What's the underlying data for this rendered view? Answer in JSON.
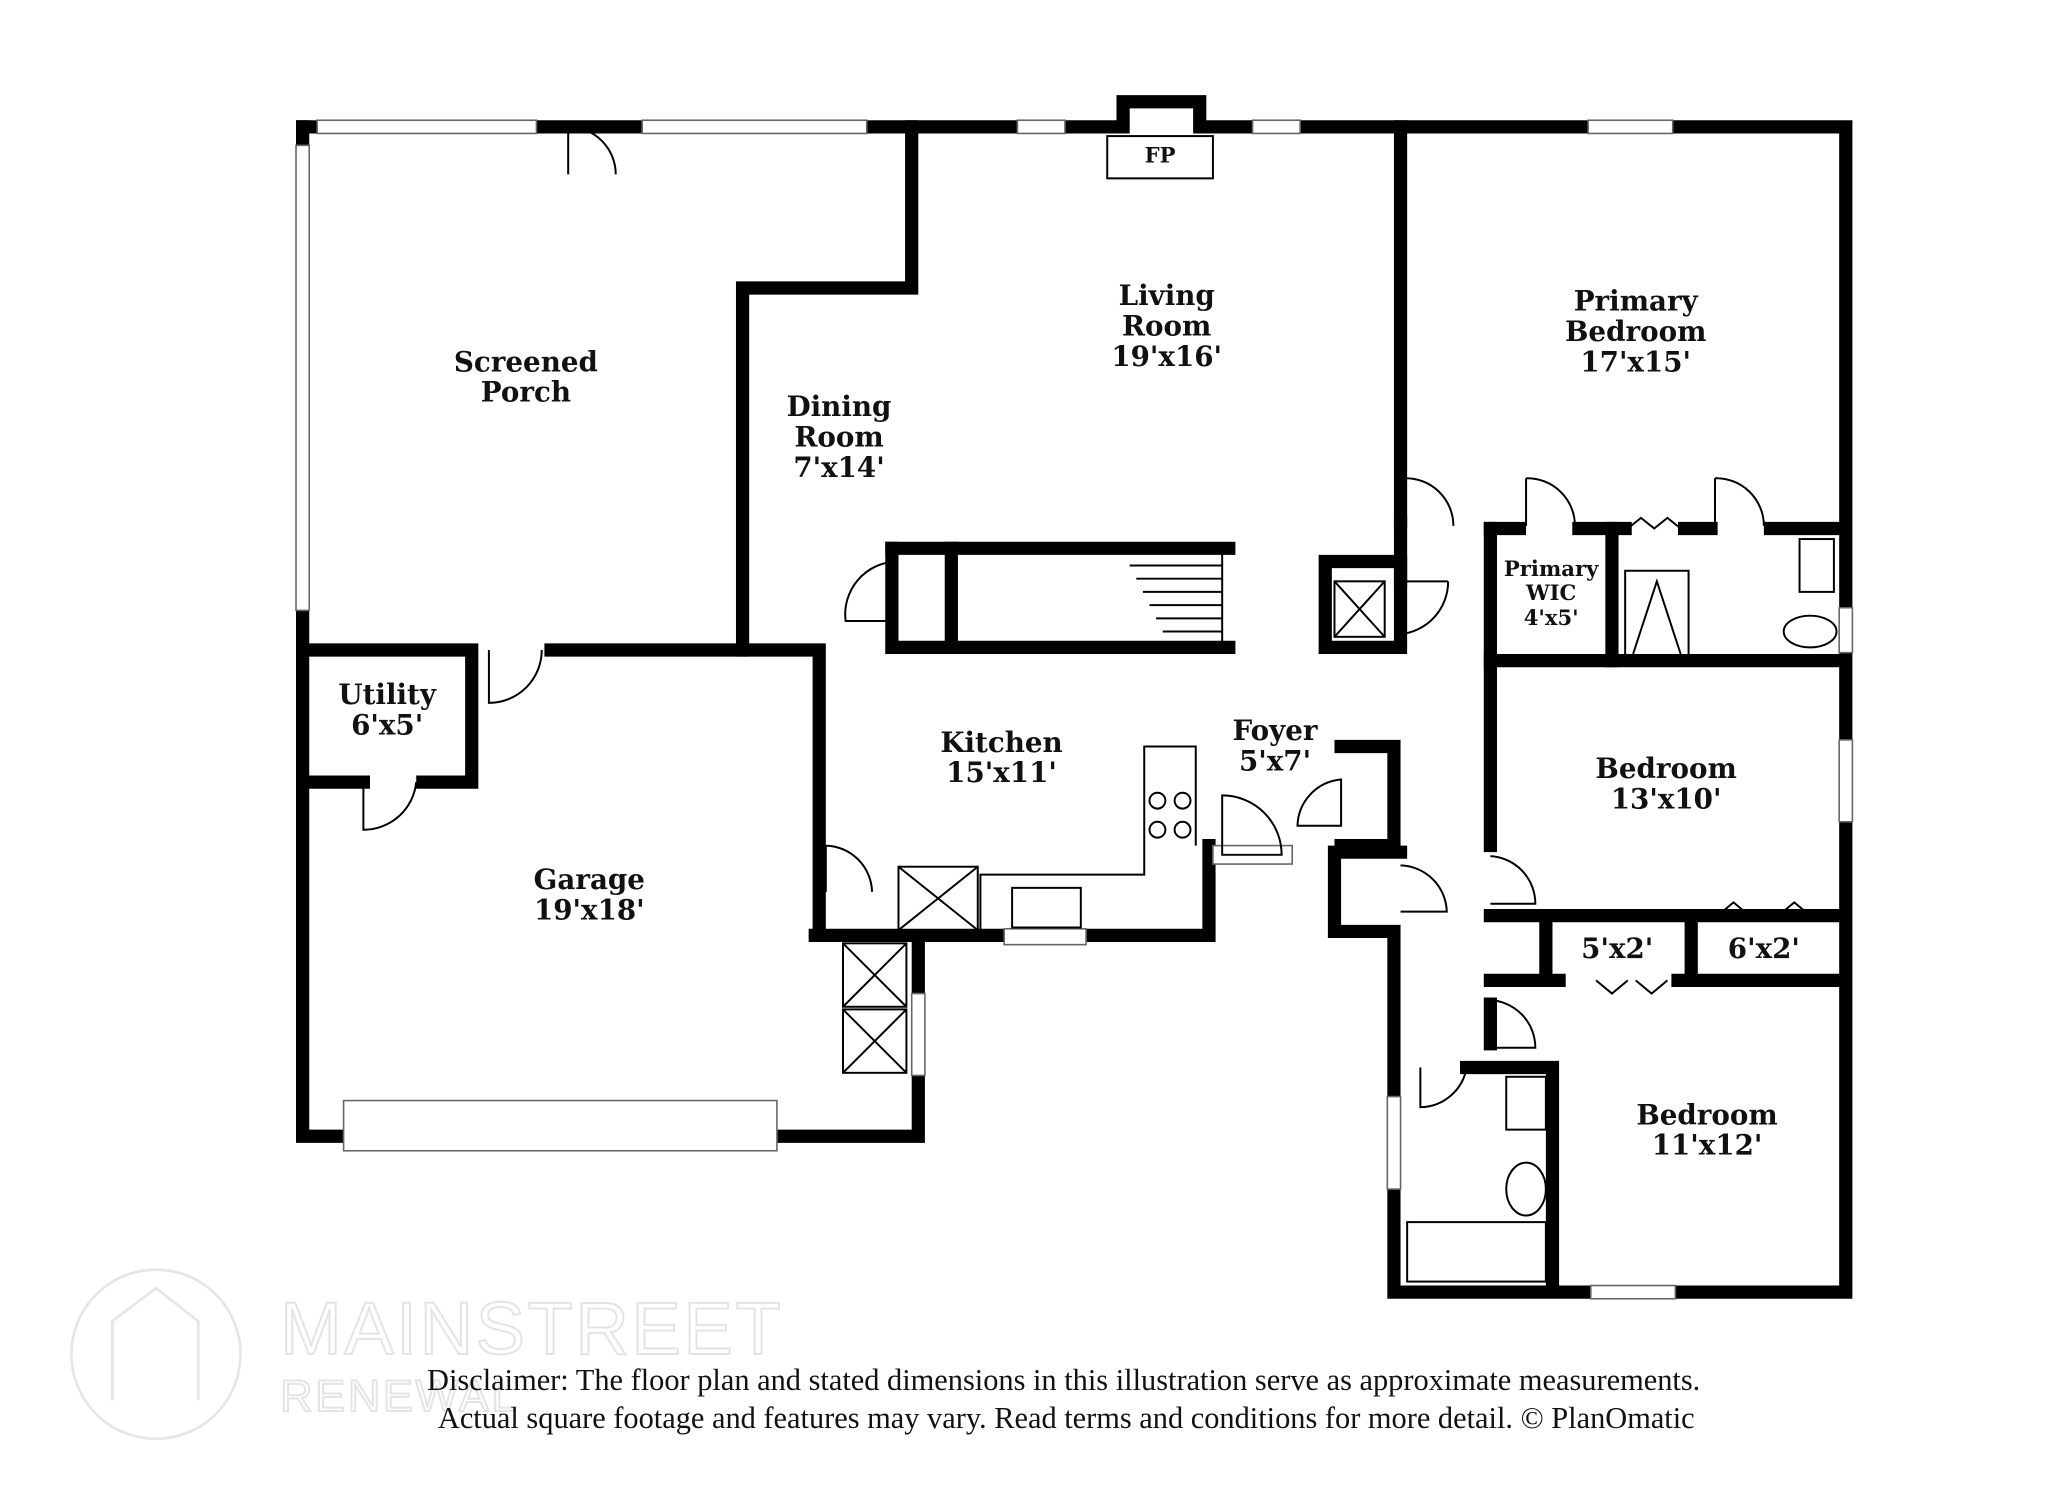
{
  "rooms": {
    "screened_porch": {
      "name1": "Screened",
      "name2": "Porch"
    },
    "living_room": {
      "name1": "Living",
      "name2": "Room",
      "dims": "19'x16'"
    },
    "fireplace": {
      "label": "FP"
    },
    "primary_bedroom": {
      "name1": "Primary",
      "name2": "Bedroom",
      "dims": "17'x15'"
    },
    "dining_room": {
      "name1": "Dining",
      "name2": "Room",
      "dims": "7'x14'"
    },
    "primary_wic": {
      "name1": "Primary",
      "name2": "WIC",
      "dims": "4'x5'"
    },
    "utility": {
      "name": "Utility",
      "dims": "6'x5'"
    },
    "kitchen": {
      "name": "Kitchen",
      "dims": "15'x11'"
    },
    "foyer": {
      "name": "Foyer",
      "dims": "5'x7'"
    },
    "bedroom2": {
      "name": "Bedroom",
      "dims": "13'x10'"
    },
    "garage": {
      "name": "Garage",
      "dims": "19'x18'"
    },
    "closet1": {
      "dims": "5'x2'"
    },
    "closet2": {
      "dims": "6'x2'"
    },
    "bedroom3": {
      "name": "Bedroom",
      "dims": "11'x12'"
    }
  },
  "watermark": {
    "line1": "MAINSTREET",
    "line2": "RENEWAL"
  },
  "disclaimer": {
    "line1": "Disclaimer: The floor plan and stated dimensions in this illustration serve as approximate measurements.",
    "line2": "Actual square footage and features may vary. Read terms and conditions for more detail. © PlanOmatic"
  }
}
